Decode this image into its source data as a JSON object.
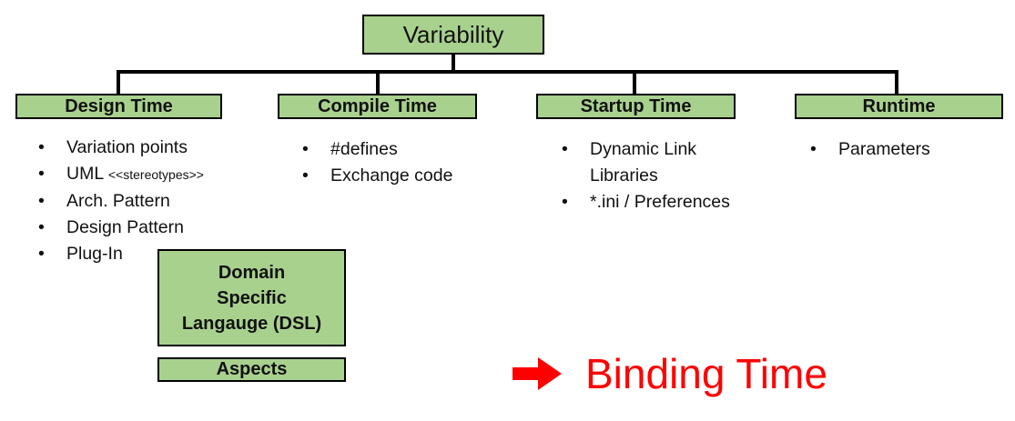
{
  "root_box": {
    "label": "Variability"
  },
  "branches": {
    "design": {
      "header": "Design Time",
      "items": [
        {
          "text": "Variation points"
        },
        {
          "text": "UML",
          "annotation": "<<stereotypes>>"
        },
        {
          "text": "Arch. Pattern"
        },
        {
          "text": "Design Pattern"
        },
        {
          "text": "Plug-In"
        }
      ]
    },
    "compile": {
      "header": "Compile Time",
      "items": [
        {
          "text": "#defines"
        },
        {
          "text": "Exchange code"
        }
      ]
    },
    "startup": {
      "header": "Startup Time",
      "items": [
        {
          "text": "Dynamic Link Libraries"
        },
        {
          "text": "*.ini / Preferences"
        }
      ]
    },
    "runtime": {
      "header": "Runtime",
      "items": [
        {
          "text": "Parameters"
        }
      ]
    }
  },
  "floating_boxes": {
    "dsl": {
      "lines": [
        "Domain",
        "Specific",
        "Langauge (DSL)"
      ]
    },
    "aspects": {
      "label": "Aspects"
    }
  },
  "annotation": {
    "label": "Binding Time",
    "icon": "right-arrow",
    "color": "#FF0000"
  },
  "colors": {
    "box_fill": "#A9D18E",
    "box_border": "#000000",
    "connector": "#000000",
    "annotation_red": "#FF0000"
  }
}
